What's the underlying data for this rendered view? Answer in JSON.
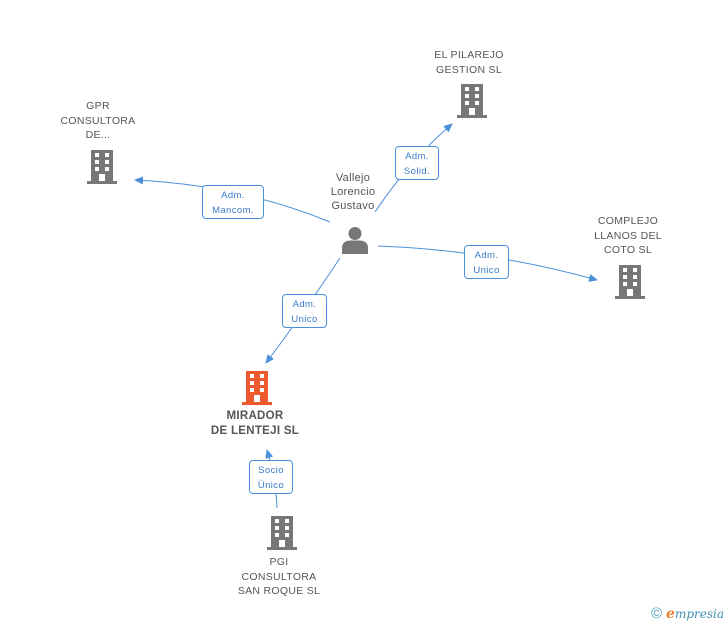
{
  "colors": {
    "edge": "#4a90d9",
    "node_icon": "#777777",
    "main_icon": "#ee5a2f",
    "text": "#555555"
  },
  "center": {
    "label_lines": [
      "Vallejo",
      "Lorencio",
      "Gustavo"
    ],
    "icon": "person-icon"
  },
  "nodes": {
    "gpr": {
      "label_lines": [
        "GPR",
        "CONSULTORA",
        "DE..."
      ],
      "icon": "building-icon"
    },
    "pilarejo": {
      "label_lines": [
        "EL PILAREJO",
        "GESTION SL"
      ],
      "icon": "building-icon"
    },
    "complejo": {
      "label_lines": [
        "COMPLEJO",
        "LLANOS DEL",
        "COTO SL"
      ],
      "icon": "building-icon"
    },
    "mirador": {
      "label_lines": [
        "MIRADOR",
        "DE LENTEJI SL"
      ],
      "icon": "building-icon"
    },
    "pgi": {
      "label_lines": [
        "PGI",
        "CONSULTORA",
        "SAN ROQUE SL"
      ],
      "icon": "building-icon"
    }
  },
  "edges": {
    "to_gpr": [
      "Adm.",
      "Mancom."
    ],
    "to_pilarejo": [
      "Adm.",
      "Solid."
    ],
    "to_complejo": [
      "Adm.",
      "Unico"
    ],
    "to_mirador": [
      "Adm.",
      "Unico"
    ],
    "pgi_to_mirador": [
      "Socio",
      "Único"
    ]
  },
  "footer": {
    "copyright": "©",
    "brand_initial": "e",
    "brand_rest": "mpresia"
  }
}
